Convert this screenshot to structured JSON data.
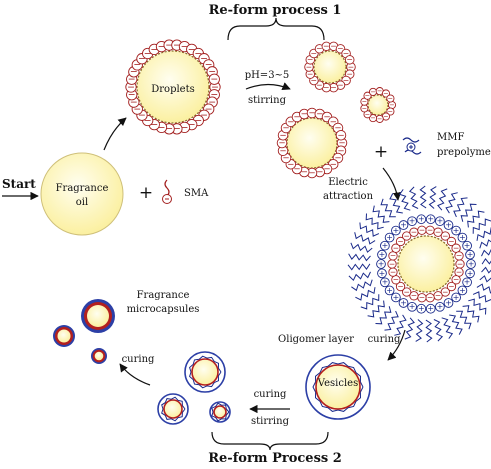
{
  "titles": {
    "top": "Re-form process 1",
    "bottom": "Re-form Process 2"
  },
  "labels": {
    "start": "Start",
    "fragrance_oil_1": "Fragrance",
    "fragrance_oil_2": "oil",
    "plus": "+",
    "sma": "SMA",
    "droplets": "Droplets",
    "ph": "pH=3~5",
    "stirring_top": "stirring",
    "mmf_1": "MMF",
    "mmf_2": "prepolymer",
    "electric_1": "Electric",
    "electric_2": "attraction",
    "oligomer": "Oligomer layer",
    "curing_right": "curing",
    "vesicles": "Vesicles",
    "curing_bottom": "curing",
    "stirring_bottom": "stirring",
    "curing_left": "curing",
    "microcapsules_1": "Fragrance",
    "microcapsules_2": "microcapsules"
  },
  "symbols": {
    "minus": "−",
    "plus_charge": "+"
  },
  "colors": {
    "core_fill": "#fdf6b8",
    "core_stroke": "#d8c97a",
    "charge_ring": "#a32020",
    "polymer": "#1a2a8a",
    "capsule_outer": "#2c3fa6",
    "capsule_mid": "#b3201e",
    "arrow": "#111111"
  }
}
